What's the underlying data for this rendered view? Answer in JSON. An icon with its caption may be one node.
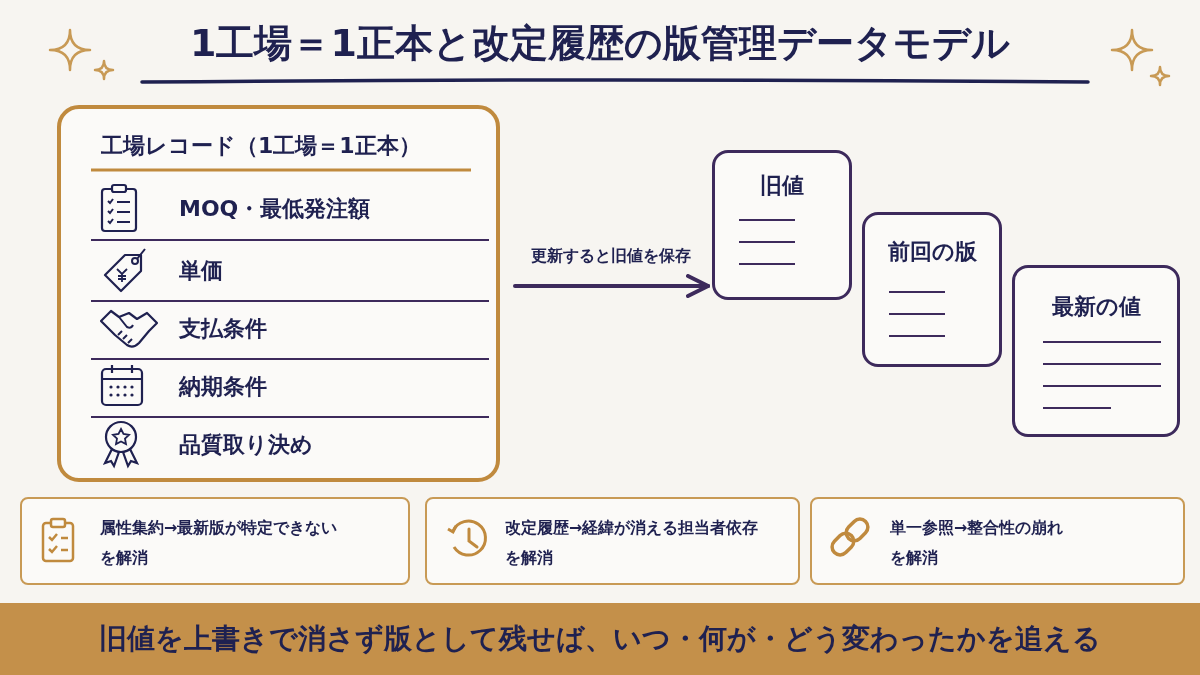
{
  "diagram": {
    "title": "1工場＝1正本と改定履歴の版管理データモデル",
    "nodes": [
      {
        "text": [
          "工場レコード（1工場＝1正本）",
          "MOQ・最低発注額",
          "単価",
          "支払条件",
          "納期条件",
          "品質取り決め"
        ]
      },
      {
        "text": [
          "旧値"
        ]
      },
      {
        "text": [
          "前回の版"
        ]
      },
      {
        "text": [
          "最新の値"
        ]
      },
      {
        "text": [
          "属性集約→最新版が特定できないを解消"
        ]
      },
      {
        "text": [
          "改定履歴→経緯が消える担当者依存を解消"
        ]
      },
      {
        "text": [
          "単一参照→整合性の崩れを解消"
        ]
      },
      {
        "text": [
          "旧値を上書きで消さず版として残せば、いつ・何が・どう変わったかを追える"
        ]
      }
    ],
    "edges": [
      {
        "from": 0,
        "to": 1,
        "arrow": "to",
        "label": "更新すると旧値を保存"
      }
    ]
  }
}
